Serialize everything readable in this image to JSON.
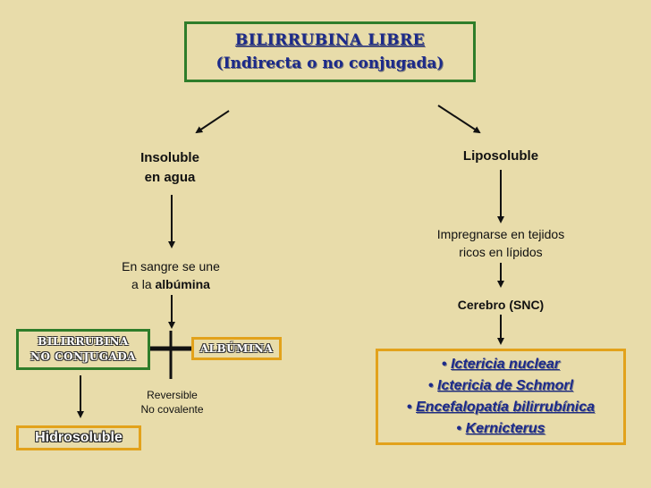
{
  "title": {
    "line1": "BILIRRUBINA LIBRE",
    "line2": "(Indirecta o no conjugada)"
  },
  "left": {
    "insoluble_line1": "Insoluble",
    "insoluble_line2": "en agua",
    "sangre_line1": "En sangre se une",
    "sangre_line2_prefix": "a la ",
    "sangre_line2_bold": "albúmina",
    "nc_line1": "BILIRRUBINA",
    "nc_line2": "NO CONJUGADA",
    "albumina": "ALBÚMINA",
    "reversible": "Reversible",
    "no_covalente": "No covalente",
    "hidrosoluble": "Hidrosoluble"
  },
  "right": {
    "liposoluble": "Liposoluble",
    "impregnarse_line1": "Impregnarse en tejidos",
    "impregnarse_line2": "ricos en lípidos",
    "cerebro": "Cerebro (SNC)",
    "bullet": "•",
    "items": [
      "Ictericia nuclear",
      "Ictericia de Schmorl",
      "Encefalopatía bilirrubínica",
      "Kernicterus"
    ]
  },
  "colors": {
    "background": "#e8dcaa",
    "green_border": "#2f7d2a",
    "orange_border": "#e2a21b",
    "title_text": "#1c2a8a"
  }
}
